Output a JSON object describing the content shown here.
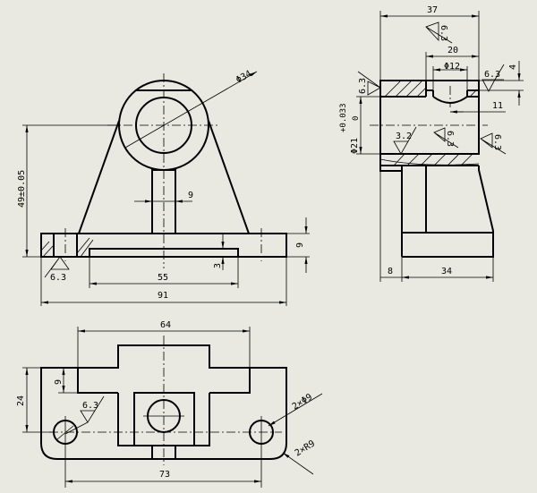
{
  "front_view": {
    "dim_diameter": "Φ34",
    "dim_height": "49±0.05",
    "dim_stem": "9",
    "dim_base_thickness": "9",
    "dim_recess": "3",
    "dim_recess_width": "55",
    "dim_total_width": "91",
    "roughness": "6.3"
  },
  "side_view": {
    "dim_length": "37",
    "dim_bore_len": "20",
    "dim_hole": "Φ12",
    "dim_hole_pos": "11",
    "dim_top": "4",
    "dim_bore": "Φ21",
    "tol_upper": "+0.033",
    "tol_lower": "0",
    "dim_left": "8",
    "dim_base": "34",
    "roughness_top": "6.3",
    "roughness_right": "6.3",
    "roughness_left": "6.3",
    "roughness_bore": "3.2",
    "roughness_mid": "6.3",
    "roughness_end": "6.3"
  },
  "top_view": {
    "dim_width": "64",
    "dim_depth": "24",
    "dim_step": "9",
    "dim_holes_spacing": "73",
    "dim_holes": "2×Φ9",
    "dim_radius": "2×R9",
    "roughness": "6.3"
  }
}
